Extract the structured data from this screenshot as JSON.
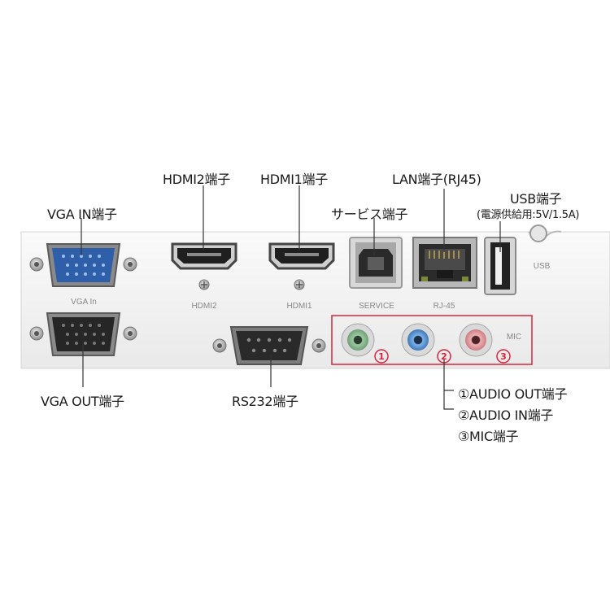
{
  "labels": {
    "hdmi2": "HDMI2端子",
    "hdmi1": "HDMI1端子",
    "lan": "LAN端子(RJ45)",
    "usb": "USB端子",
    "usb_note": "(電源供給用:5V/1.5A)",
    "vga_in": "VGA IN端子",
    "service": "サービス端子",
    "vga_out": "VGA OUT端子",
    "rs232": "RS232端子",
    "audio_out": "①AUDIO OUT端子",
    "audio_in": "②AUDIO IN端子",
    "mic": "③MIC端子"
  },
  "panel_text": {
    "vga_in": "VGA In",
    "hdmi2": "HDMI2",
    "hdmi1": "HDMI1",
    "service": "SERVICE",
    "rj45": "RJ-45",
    "usb": "USB",
    "mic": "MIC",
    "n1": "1",
    "n2": "2",
    "n3": "3"
  },
  "colors": {
    "panel": "#f1f1f1",
    "vga_in_blue": "#2f5fa8",
    "audio_green": "#7fae86",
    "audio_blue": "#4a86c8",
    "audio_pink": "#d98c90",
    "highlight_red": "#d7263d",
    "leader": "#333333"
  }
}
